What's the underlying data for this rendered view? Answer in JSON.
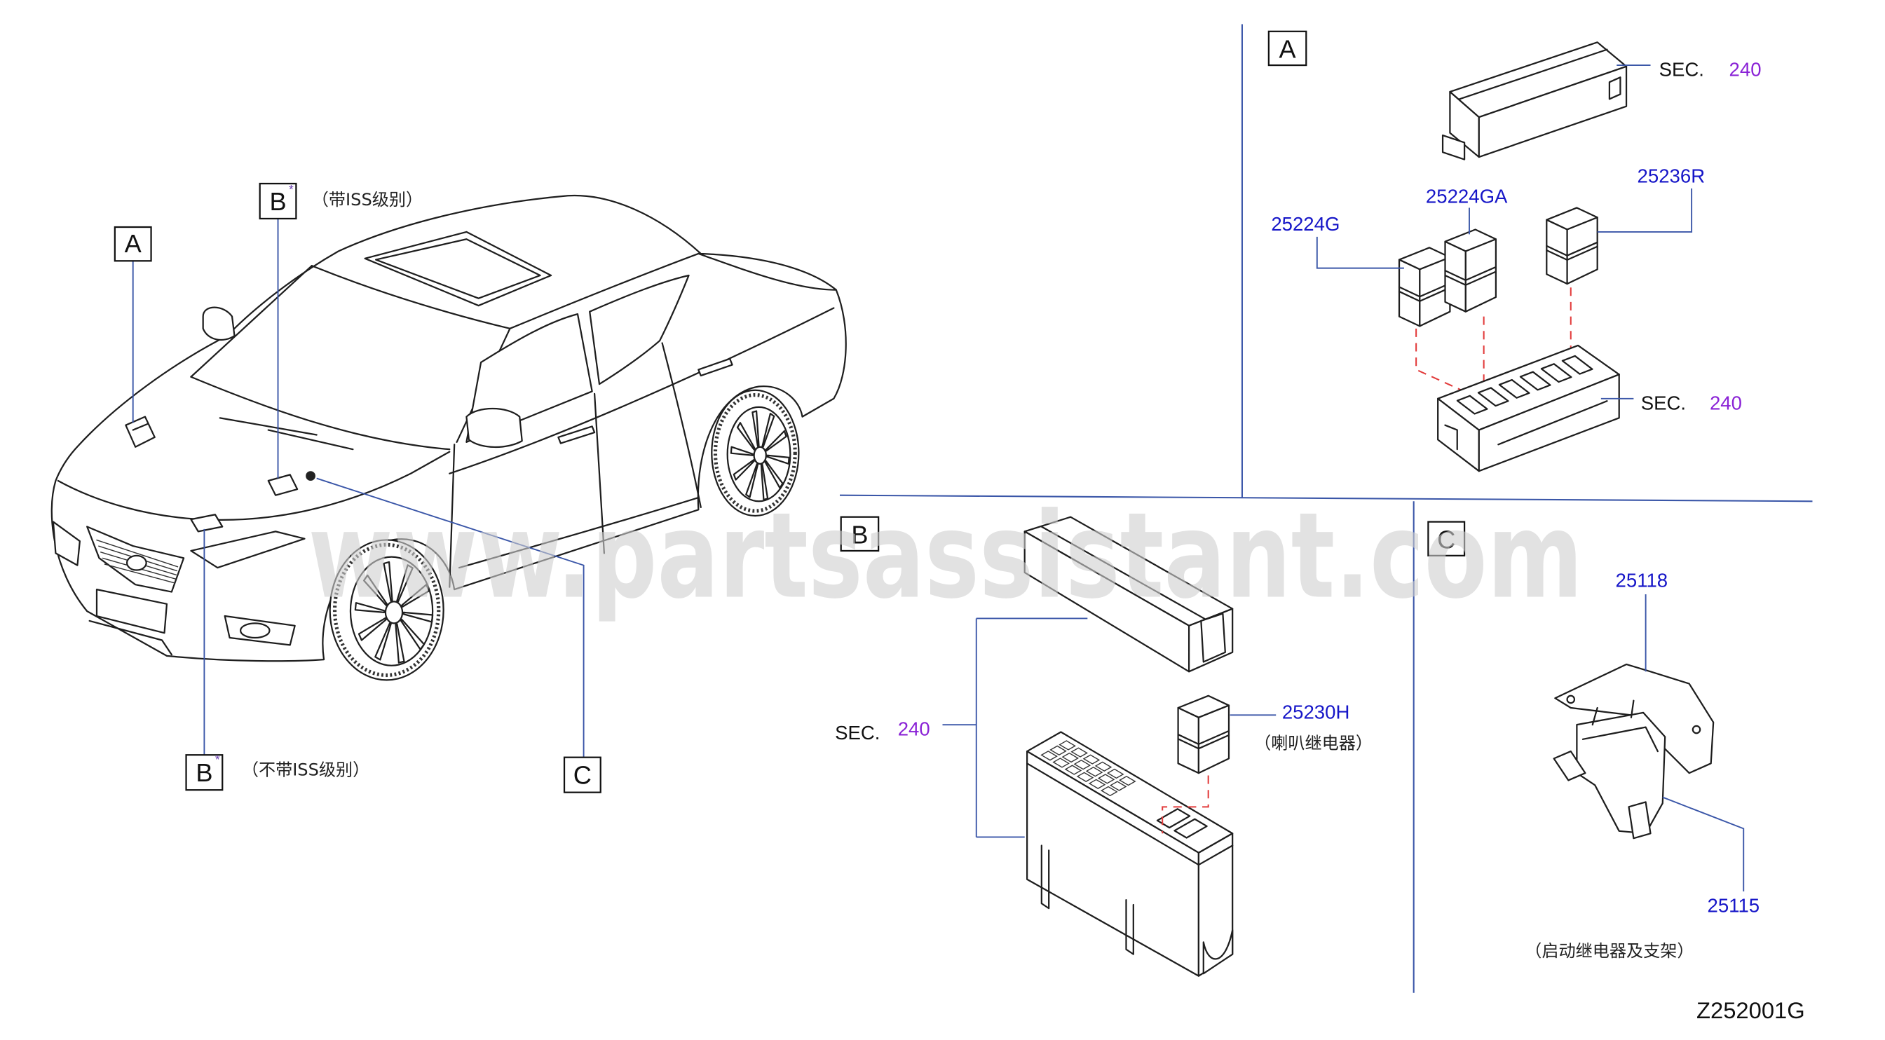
{
  "diagram_code": "Z252001G",
  "watermark": "www.partsassistant.com",
  "colors": {
    "part_number": "#1616c8",
    "section_number": "#8a22d6",
    "leader_line": "#3a56a8",
    "fitting_dash": "#e23c3c"
  },
  "car_view": {
    "callouts": [
      {
        "label": "A"
      },
      {
        "label": "B",
        "mark": "*",
        "note": "（带ISS级别）"
      },
      {
        "label": "B",
        "mark": "*",
        "note": "（不带ISS级别）"
      },
      {
        "label": "C"
      }
    ]
  },
  "panel_a": {
    "label": "A",
    "sec_top": {
      "prefix": "SEC.",
      "number": "240"
    },
    "sec_bottom": {
      "prefix": "SEC.",
      "number": "240"
    },
    "parts": [
      {
        "number": "25224G"
      },
      {
        "number": "25224GA"
      },
      {
        "number": "25236R"
      }
    ]
  },
  "panel_b": {
    "label": "B",
    "sec": {
      "prefix": "SEC.",
      "number": "240"
    },
    "parts": [
      {
        "number": "25230H",
        "note": "（喇叭继电器）"
      }
    ]
  },
  "panel_c": {
    "label": "C",
    "parts": [
      {
        "number": "25118"
      },
      {
        "number": "25115"
      }
    ],
    "note": "（启动继电器及支架）"
  }
}
